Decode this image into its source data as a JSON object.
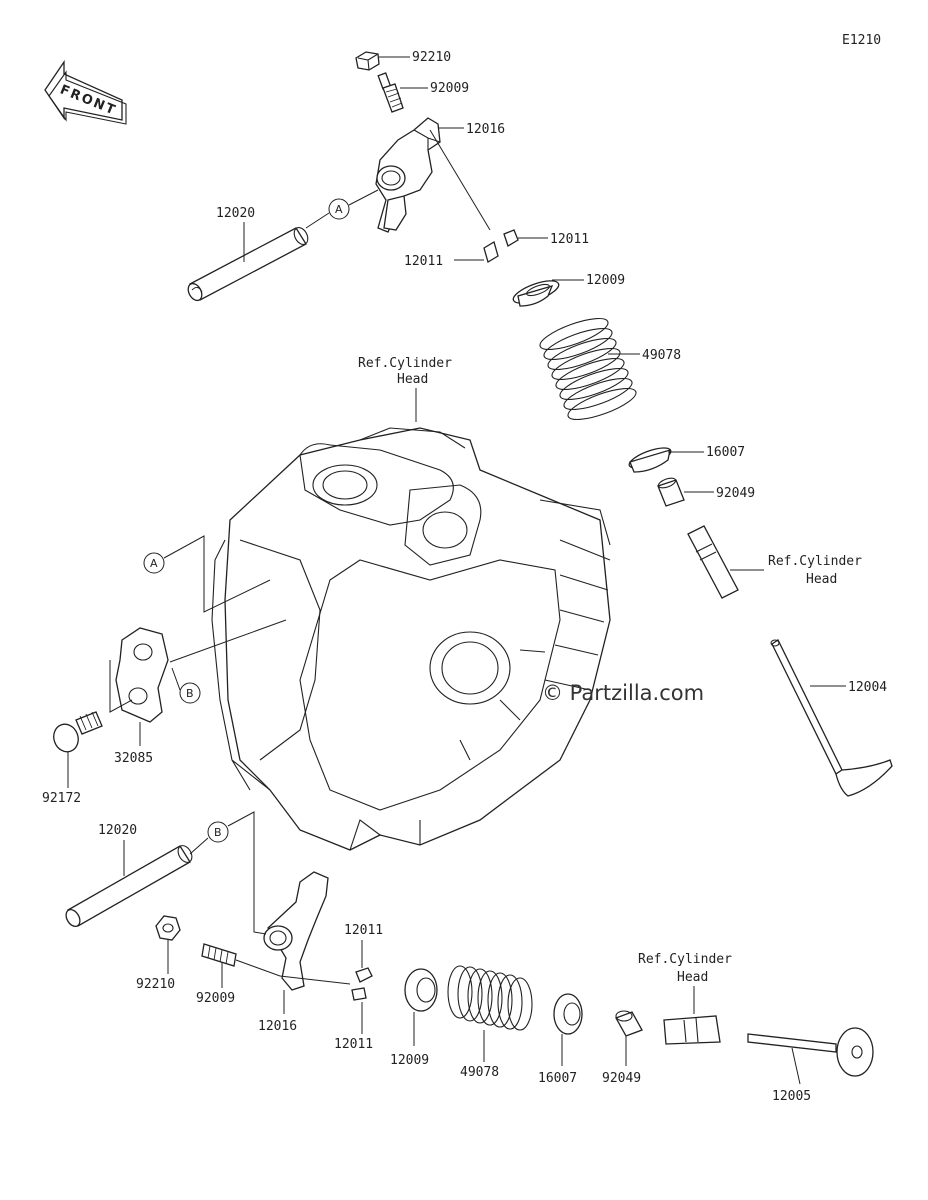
{
  "diagram_code": "E1210",
  "watermark": "© Partzilla.com",
  "front_arrow": {
    "label": "FRONT",
    "icon": "front-direction-arrow-icon"
  },
  "ref_cylinder_head": {
    "line1": "Ref.Cylinder",
    "line2": "Head"
  },
  "callouts": {
    "a": "A",
    "b": "B"
  },
  "parts": [
    {
      "id": "p1",
      "number": "92210"
    },
    {
      "id": "p2",
      "number": "92009"
    },
    {
      "id": "p3",
      "number": "12016"
    },
    {
      "id": "p4",
      "number": "12020"
    },
    {
      "id": "p5",
      "number": "12011"
    },
    {
      "id": "p6",
      "number": "12011"
    },
    {
      "id": "p7",
      "number": "12009"
    },
    {
      "id": "p8",
      "number": "49078"
    },
    {
      "id": "p9",
      "number": "16007"
    },
    {
      "id": "p10",
      "number": "92049"
    },
    {
      "id": "p11",
      "number": "12004"
    },
    {
      "id": "p12",
      "number": "32085"
    },
    {
      "id": "p13",
      "number": "92172"
    },
    {
      "id": "p14",
      "number": "12020"
    },
    {
      "id": "p15",
      "number": "12011"
    },
    {
      "id": "p16",
      "number": "92210"
    },
    {
      "id": "p17",
      "number": "92009"
    },
    {
      "id": "p18",
      "number": "12016"
    },
    {
      "id": "p19",
      "number": "12011"
    },
    {
      "id": "p20",
      "number": "12009"
    },
    {
      "id": "p21",
      "number": "49078"
    },
    {
      "id": "p22",
      "number": "16007"
    },
    {
      "id": "p23",
      "number": "92049"
    },
    {
      "id": "p24",
      "number": "12005"
    }
  ]
}
